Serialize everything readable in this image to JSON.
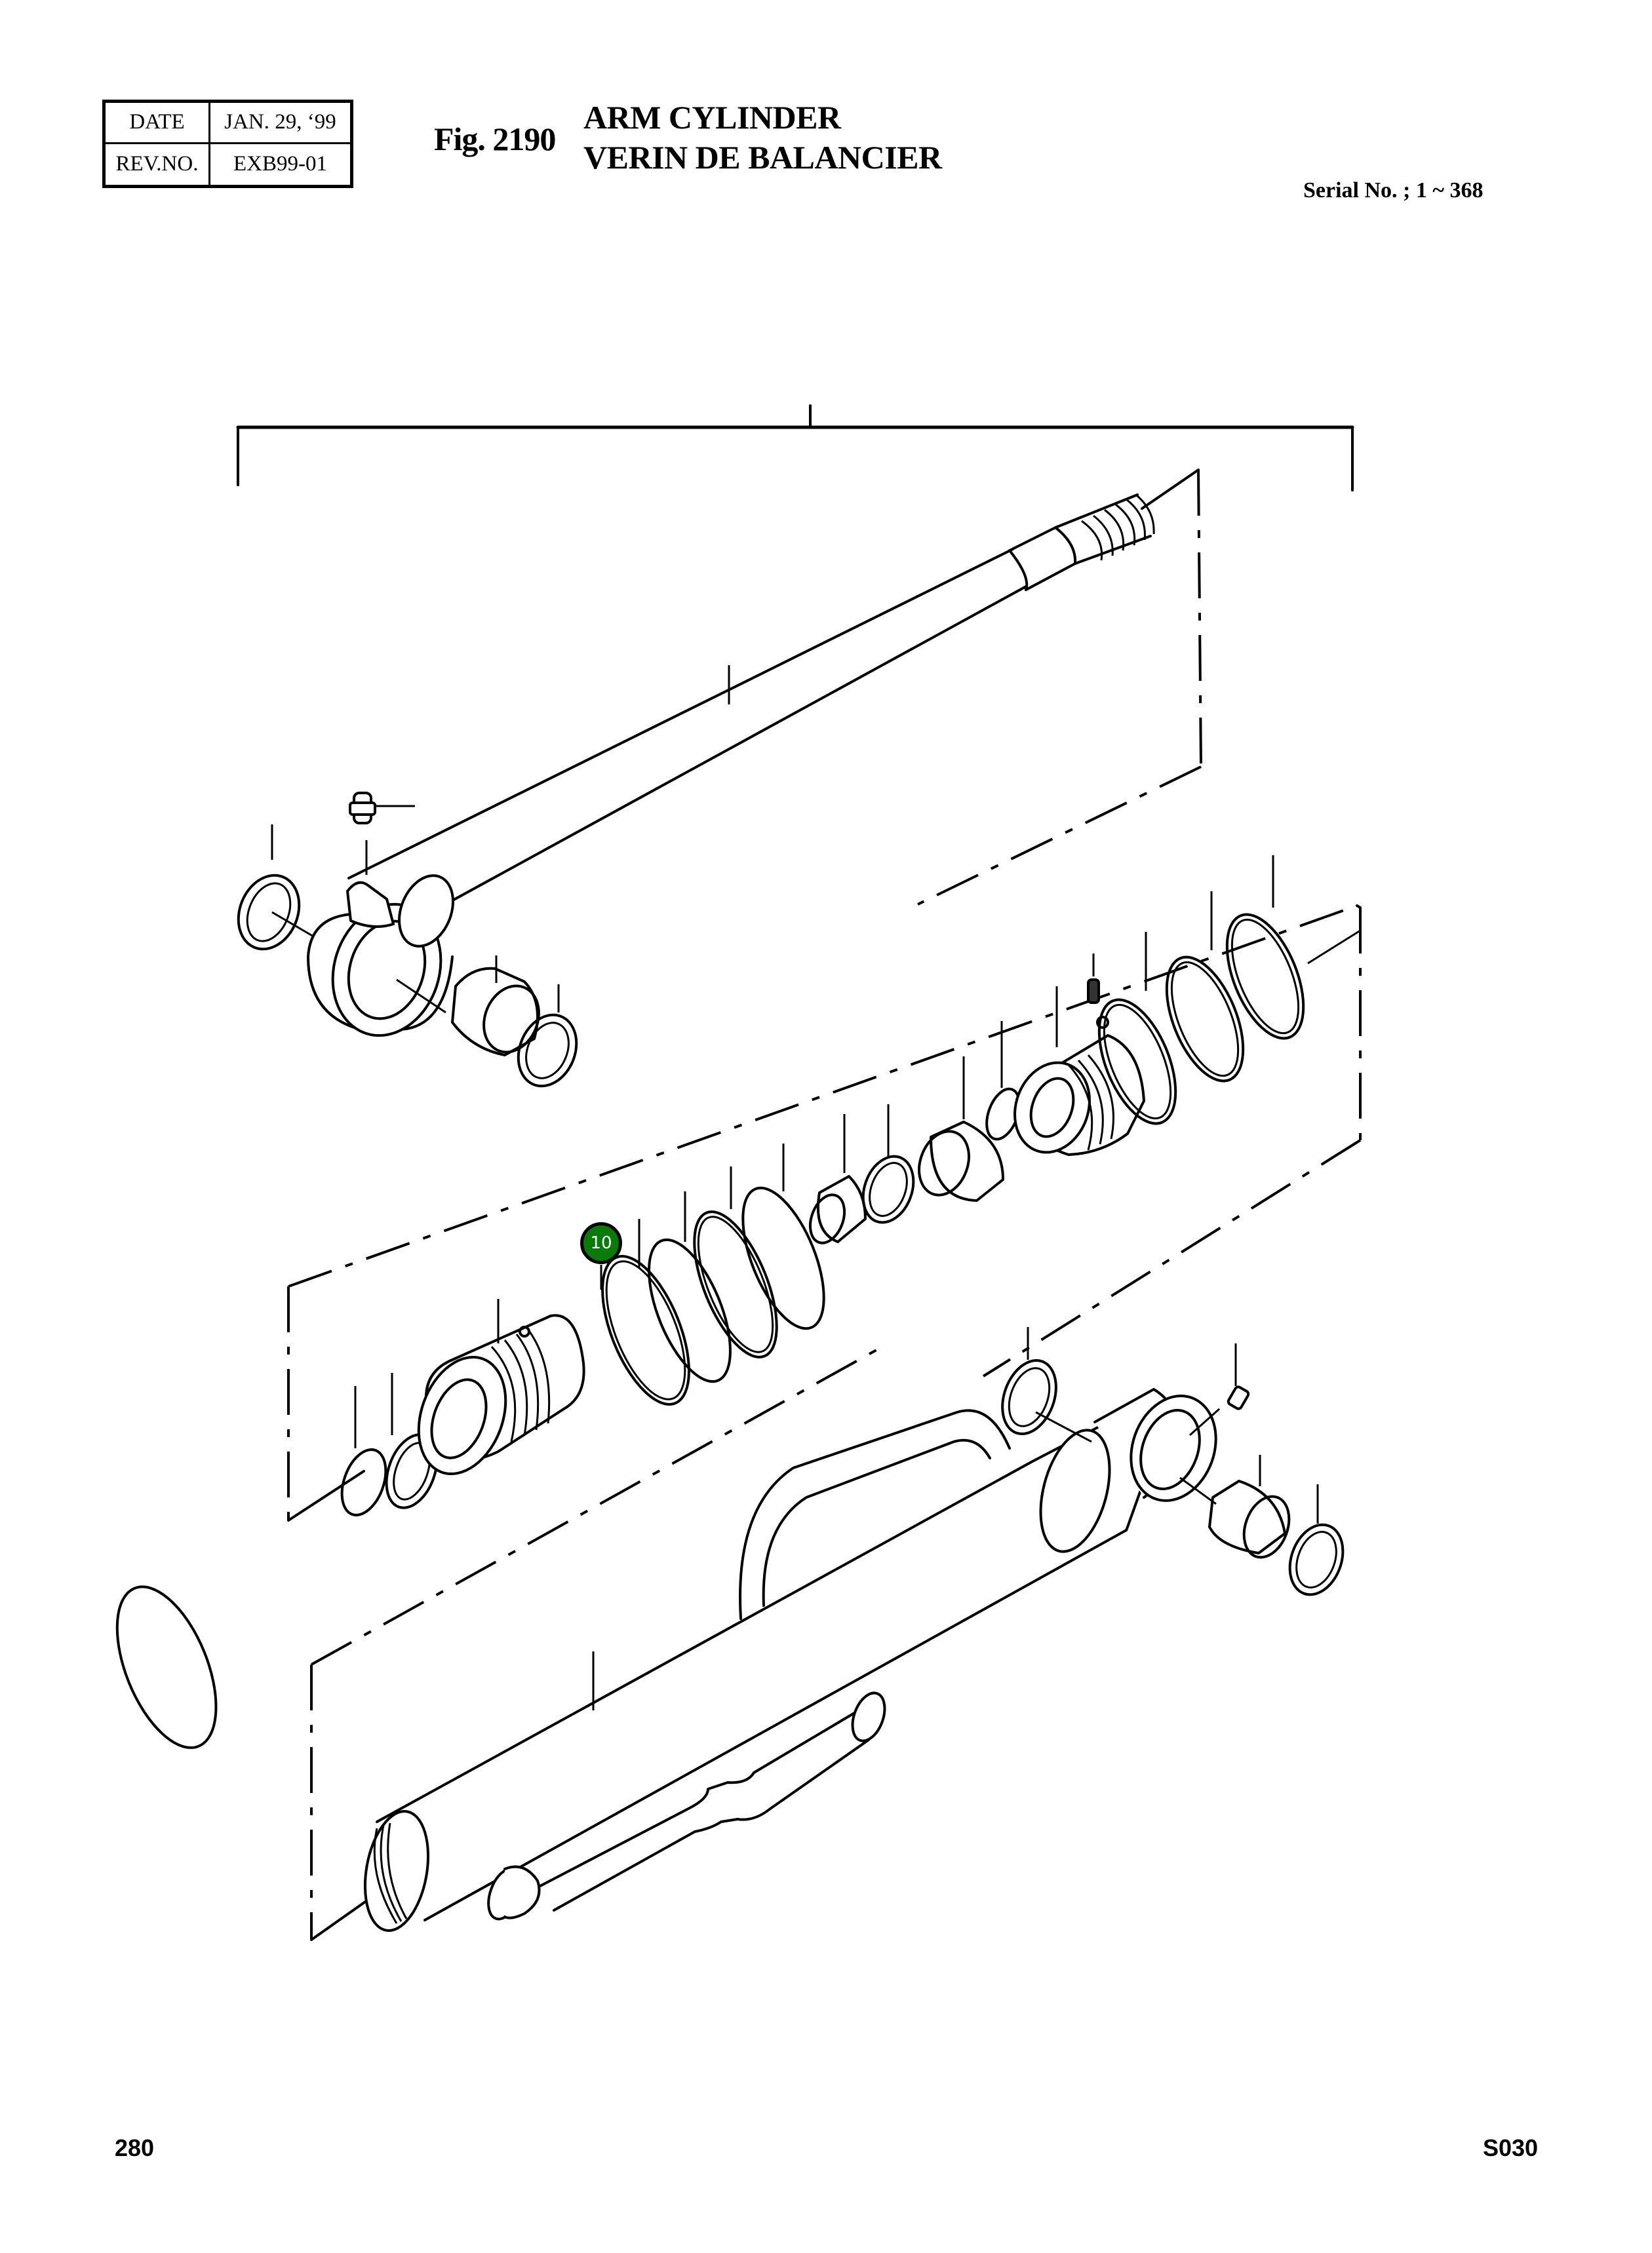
{
  "header": {
    "date_label": "DATE",
    "date_value": "JAN. 29, ‘99",
    "rev_label": "REV.NO.",
    "rev_value": "EXB99-01",
    "figure_number": "Fig. 2190",
    "title_en": "ARM CYLINDER",
    "title_fr": "VERIN DE BALANCIER",
    "serial": "Serial No. ; 1 ~ 368"
  },
  "diagram": {
    "description": "Exploded parts view of arm cylinder",
    "callouts": [
      {
        "number": "10",
        "color": "#0a7a0a",
        "text_color": "#ffffff",
        "target": "o-ring-seal"
      }
    ],
    "parts": [
      "piston-rod",
      "grease-nipple-rod",
      "dust-seal-rod-left",
      "rod-eye",
      "bushing-rod",
      "dust-seal-rod-right",
      "rod-cover",
      "seal-rings",
      "o-ring-seal",
      "backup-ring",
      "buffer-ring",
      "wear-ring",
      "collar",
      "cushion-ring",
      "piston",
      "set-screw",
      "piston-seal",
      "wear-ring-piston",
      "cylinder-tube",
      "pipe",
      "grease-nipple-tube",
      "dust-seal-tube-left",
      "bushing-tube",
      "dust-seal-tube-right"
    ]
  },
  "footer": {
    "page_number": "280",
    "section_code": "S030"
  }
}
